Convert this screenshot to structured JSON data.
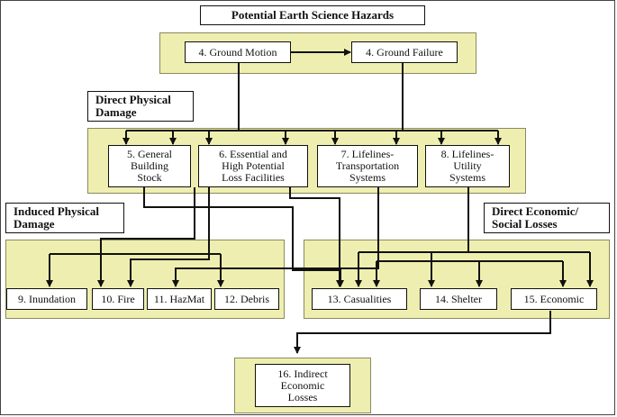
{
  "title": "Potential Earth Science Hazards",
  "headings": {
    "direct_physical": "Direct Physical\nDamage",
    "induced_physical": "Induced Physical\nDamage",
    "direct_economic": "Direct Economic/\nSocial Losses"
  },
  "nodes": {
    "ground_motion": "4. Ground Motion",
    "ground_failure": "4. Ground Failure",
    "general_building_stock": "5. General\nBuilding\nStock",
    "essential_facilities": "6. Essential and\nHigh Potential\nLoss Facilities",
    "transportation": "7.  Lifelines-\nTransportation\nSystems",
    "utility": "8.  Lifelines-\nUtility\nSystems",
    "inundation": "9. Inundation",
    "fire": "10. Fire",
    "hazmat": "11. HazMat",
    "debris": "12. Debris",
    "casualties": "13. Casualities",
    "shelter": "14. Shelter",
    "economic": "15. Economic",
    "indirect_losses": "16. Indirect\nEconomic\nLosses"
  },
  "colors": {
    "panel_fill": "#eeeeb0",
    "line": "#111111"
  }
}
